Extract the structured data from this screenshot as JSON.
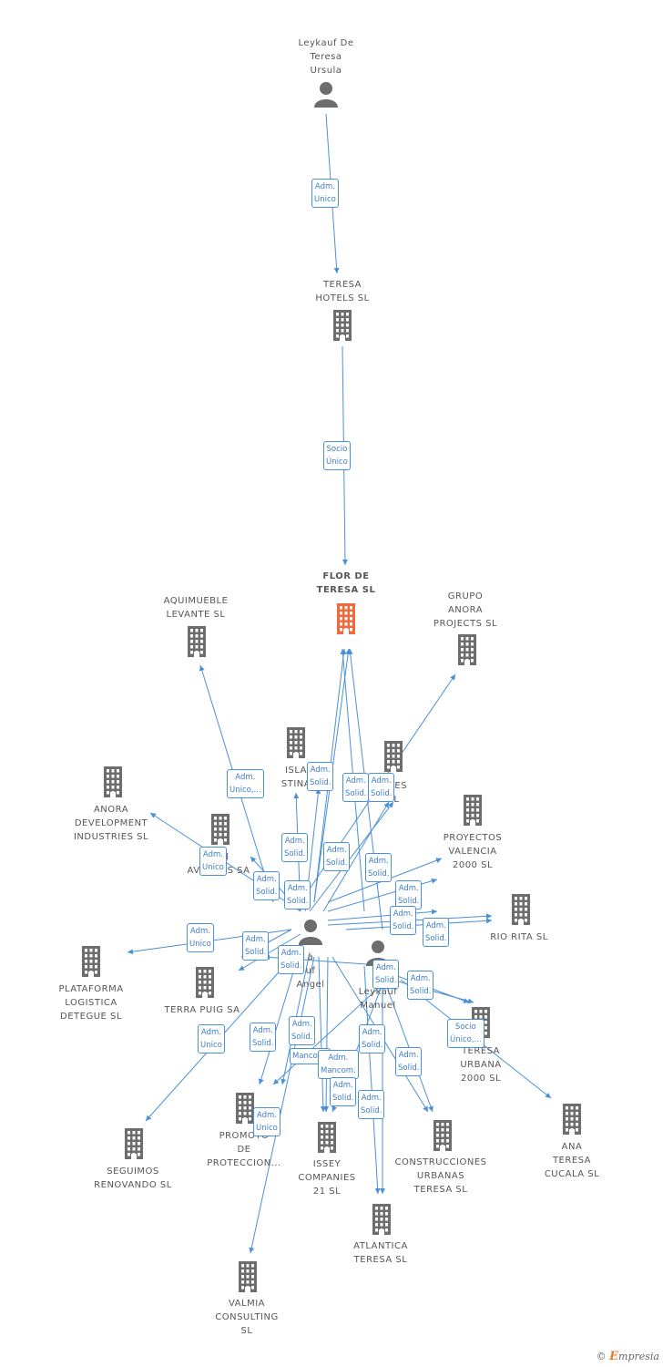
{
  "colors": {
    "edge": "#4a90d9",
    "building": "#6d6d6d",
    "focus": "#f26a3c",
    "person": "#6d6d6d"
  },
  "nodes": [
    {
      "id": "leykauf_ursula",
      "type": "person",
      "lines": [
        "Leykauf De",
        "Teresa",
        "Ursula"
      ]
    },
    {
      "id": "teresa_hotels",
      "type": "company",
      "lines": [
        "TERESA",
        "HOTELS SL"
      ]
    },
    {
      "id": "flor_teresa",
      "type": "focus",
      "lines": [
        "FLOR DE",
        "TERESA SL"
      ]
    },
    {
      "id": "aquimueble",
      "type": "company",
      "lines": [
        "AQUIMUEBLE",
        "LEVANTE SL"
      ]
    },
    {
      "id": "grupo_anora",
      "type": "company",
      "lines": [
        "GRUPO",
        "ANORA",
        "PROJECTS  SL"
      ]
    },
    {
      "id": "isla_destinations",
      "type": "company",
      "lines": [
        "ISLA",
        "STINA"
      ]
    },
    {
      "id": "inversiones",
      "type": "company",
      "lines": [
        "ONES",
        "SL"
      ]
    },
    {
      "id": "anora_dev",
      "type": "company",
      "lines": [
        "ANORA",
        "DEVELOPMENT",
        "INDUSTRIES  SL"
      ]
    },
    {
      "id": "distribucion_avileses",
      "type": "company",
      "lines": [
        "DI        N",
        "AVILESES SA"
      ]
    },
    {
      "id": "proyectos_valencia",
      "type": "company",
      "lines": [
        "PROYECTOS",
        "VALENCIA",
        "2000 SL"
      ]
    },
    {
      "id": "rio_rita",
      "type": "company",
      "lines": [
        "RIO RITA SL"
      ]
    },
    {
      "id": "plataforma",
      "type": "company",
      "lines": [
        "PLATAFORMA",
        "LOGISTICA",
        "DETEGUE  SL"
      ]
    },
    {
      "id": "terra_puig",
      "type": "company",
      "lines": [
        "TERRA PUIG SA"
      ]
    },
    {
      "id": "miguel_angel",
      "type": "person",
      "lines": [
        "a",
        "uf",
        "Angel"
      ]
    },
    {
      "id": "teresa_manuel",
      "type": "person",
      "lines": [
        "Te",
        "Leykauf",
        "Manuel"
      ]
    },
    {
      "id": "teresa_urbana",
      "type": "company",
      "lines": [
        "TERESA",
        "URBANA",
        "2000 SL"
      ]
    },
    {
      "id": "ana_teresa",
      "type": "company",
      "lines": [
        "ANA",
        "TERESA",
        "CUCALA SL"
      ]
    },
    {
      "id": "seguimos",
      "type": "company",
      "lines": [
        "SEGUIMOS",
        "RENOVANDO SL"
      ]
    },
    {
      "id": "promotora",
      "type": "company",
      "lines": [
        "PROMOTO",
        "DE",
        "PROTECCION..."
      ]
    },
    {
      "id": "issey",
      "type": "company",
      "lines": [
        "ISSEY",
        "COMPANIES",
        "21 SL"
      ]
    },
    {
      "id": "construcciones",
      "type": "company",
      "lines": [
        "CONSTRUCCIONES",
        "URBANAS",
        "TERESA SL"
      ]
    },
    {
      "id": "atlantica",
      "type": "company",
      "lines": [
        "ATLANTICA",
        "TERESA SL"
      ]
    },
    {
      "id": "valmia",
      "type": "company",
      "lines": [
        "VALMIA",
        "CONSULTING",
        "SL"
      ]
    }
  ],
  "badges": [
    {
      "lines": [
        "Adm.",
        "Unico"
      ]
    },
    {
      "lines": [
        "Socio",
        "Único"
      ]
    },
    {
      "lines": [
        "Adm.",
        "Unico,..."
      ]
    },
    {
      "lines": [
        "Adm.",
        "Solid."
      ]
    },
    {
      "lines": [
        "Adm.",
        "Solid."
      ]
    },
    {
      "lines": [
        "Adm.",
        "Solid."
      ]
    },
    {
      "lines": [
        "Adm.",
        "Solid."
      ]
    },
    {
      "lines": [
        "Adm.",
        "Unico"
      ]
    },
    {
      "lines": [
        "Adm.",
        "Solid."
      ]
    },
    {
      "lines": [
        "Adm.",
        "Solid."
      ]
    },
    {
      "lines": [
        "Adm.",
        "Solid."
      ]
    },
    {
      "lines": [
        "Adm.",
        "Solid."
      ]
    },
    {
      "lines": [
        "Adm.",
        "Solid."
      ]
    },
    {
      "lines": [
        "Adm.",
        "Solid."
      ]
    },
    {
      "lines": [
        "Adm.",
        "Solid."
      ]
    },
    {
      "lines": [
        "Adm.",
        "Unico"
      ]
    },
    {
      "lines": [
        "Adm.",
        "Solid."
      ]
    },
    {
      "lines": [
        "Adm.",
        "Solid."
      ]
    },
    {
      "lines": [
        "Adm.",
        "Solid."
      ]
    },
    {
      "lines": [
        "Adm.",
        "Solid."
      ]
    },
    {
      "lines": [
        "Socio",
        "Único,..."
      ]
    },
    {
      "lines": [
        "Adm.",
        "Unico"
      ]
    },
    {
      "lines": [
        "Adm.",
        "Solid."
      ]
    },
    {
      "lines": [
        "Adm.",
        "Solid."
      ]
    },
    {
      "lines": [
        "Mancom."
      ]
    },
    {
      "lines": [
        "Adm.",
        "Mancom."
      ]
    },
    {
      "lines": [
        "Adm.",
        "Solid."
      ]
    },
    {
      "lines": [
        "Adm.",
        "Solid."
      ]
    },
    {
      "lines": [
        "Adm.",
        "Solid."
      ]
    },
    {
      "lines": [
        "Adm.",
        "Solid."
      ]
    },
    {
      "lines": [
        "Adm.",
        "Unico"
      ]
    }
  ],
  "footer": {
    "copyright": "©",
    "brand_initial": "E",
    "brand_rest": "mpresia"
  }
}
